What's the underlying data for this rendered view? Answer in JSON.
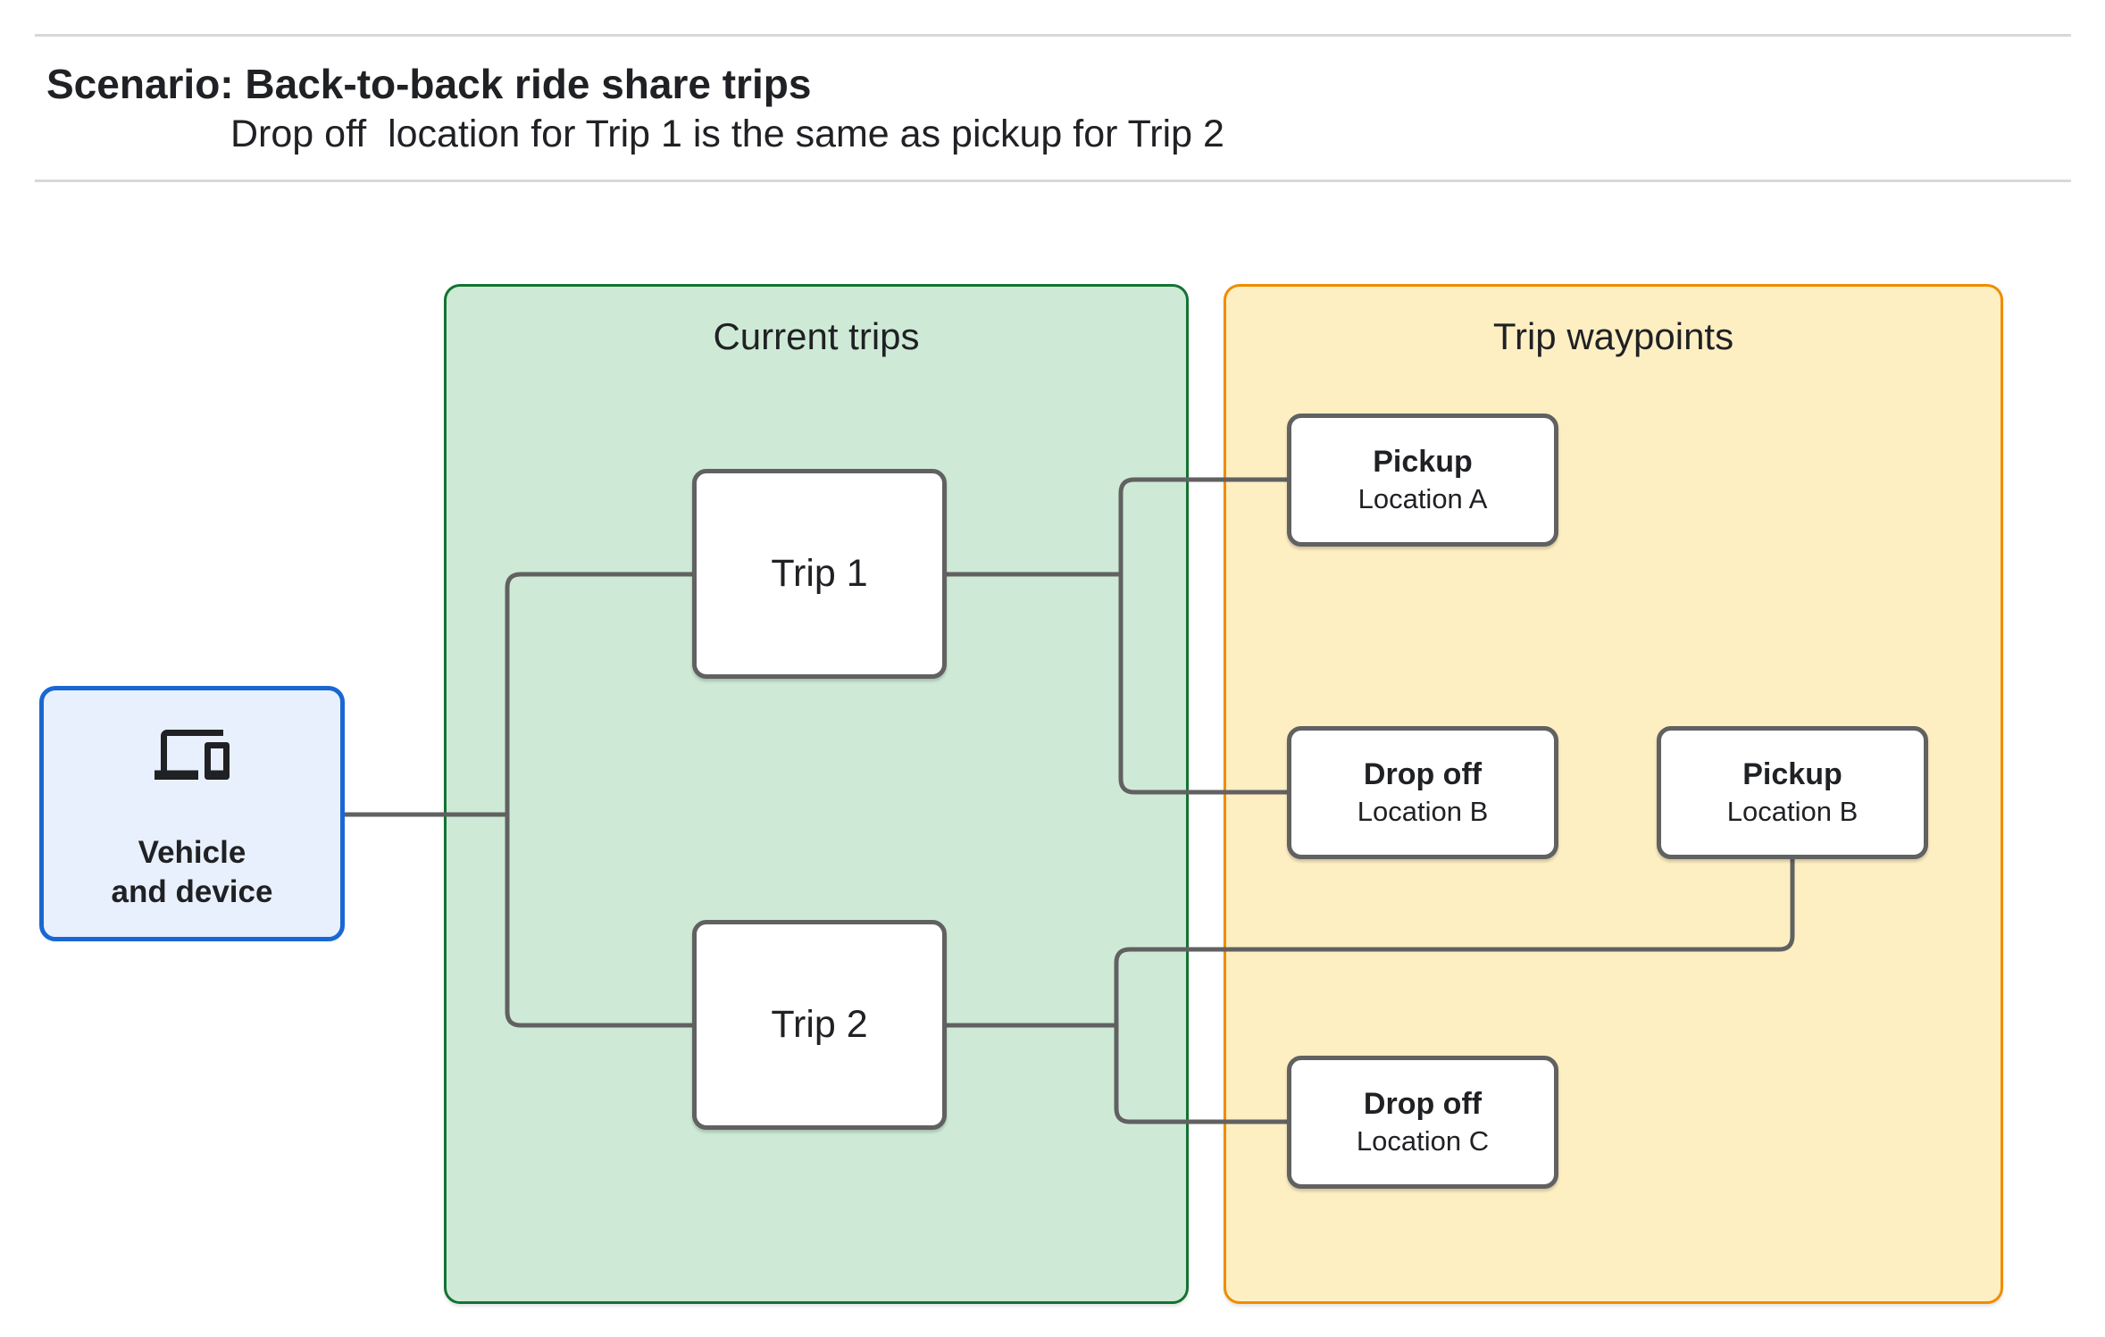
{
  "header": {
    "title": "Scenario: Back-to-back ride share trips",
    "subtitle": "Drop off  location for Trip 1 is the same as pickup for Trip 2"
  },
  "vehicle": {
    "icon": "devices-icon",
    "label_line1": "Vehicle",
    "label_line2": "and device"
  },
  "groups": {
    "current_trips": {
      "title": "Current trips"
    },
    "trip_waypoints": {
      "title": "Trip waypoints"
    }
  },
  "trips": [
    {
      "label": "Trip 1"
    },
    {
      "label": "Trip 2"
    }
  ],
  "waypoints": [
    {
      "title": "Pickup",
      "subtitle": "Location A"
    },
    {
      "title": "Drop off",
      "subtitle": "Location B"
    },
    {
      "title": "Pickup",
      "subtitle": "Location B"
    },
    {
      "title": "Drop off",
      "subtitle": "Location C"
    }
  ],
  "colors": {
    "vehicle_border": "#1967d2",
    "vehicle_fill": "#e8f0fe",
    "current_trips_border": "#137333",
    "current_trips_fill": "#ceead6",
    "trip_waypoints_border": "#f08c00",
    "trip_waypoints_fill": "#feefc3",
    "node_border": "#616161",
    "connector": "#616161",
    "text": "#202124",
    "divider": "#d8d8d8"
  }
}
